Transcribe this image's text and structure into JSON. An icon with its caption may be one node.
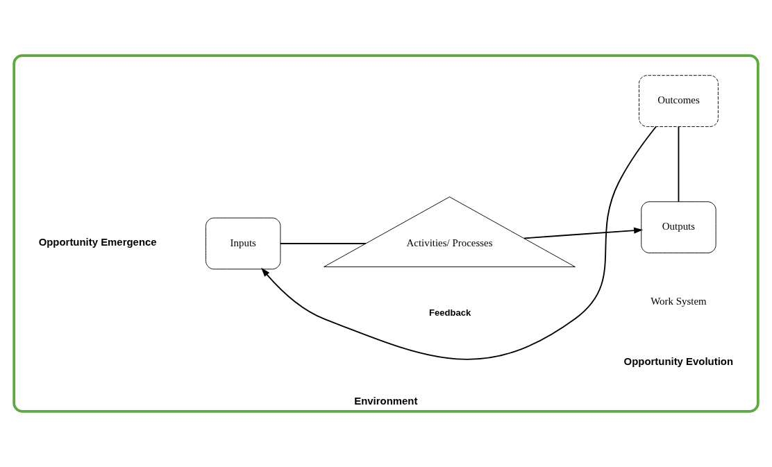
{
  "diagram": {
    "nodes": [
      {
        "text": [
          "Environment"
        ]
      },
      {
        "text": [
          "Inputs"
        ],
        "in": 0
      },
      {
        "text": [
          "Activities/ Processes"
        ],
        "in": 0
      },
      {
        "text": [
          "Outputs"
        ],
        "in": 0
      },
      {
        "text": [
          "Outcomes"
        ],
        "in": 0
      }
    ],
    "edges": [
      {
        "from": 1,
        "to": 2,
        "arrow": "none"
      },
      {
        "from": 2,
        "to": 3,
        "arrow": "to"
      },
      {
        "from": 3,
        "to": 4,
        "arrow": "none"
      },
      {
        "from": 4,
        "to": 1,
        "arrow": "to",
        "label": "Feedback"
      }
    ],
    "labels": [
      "Opportunity Emergence",
      "Opportunity Evolution",
      "Work System"
    ]
  }
}
